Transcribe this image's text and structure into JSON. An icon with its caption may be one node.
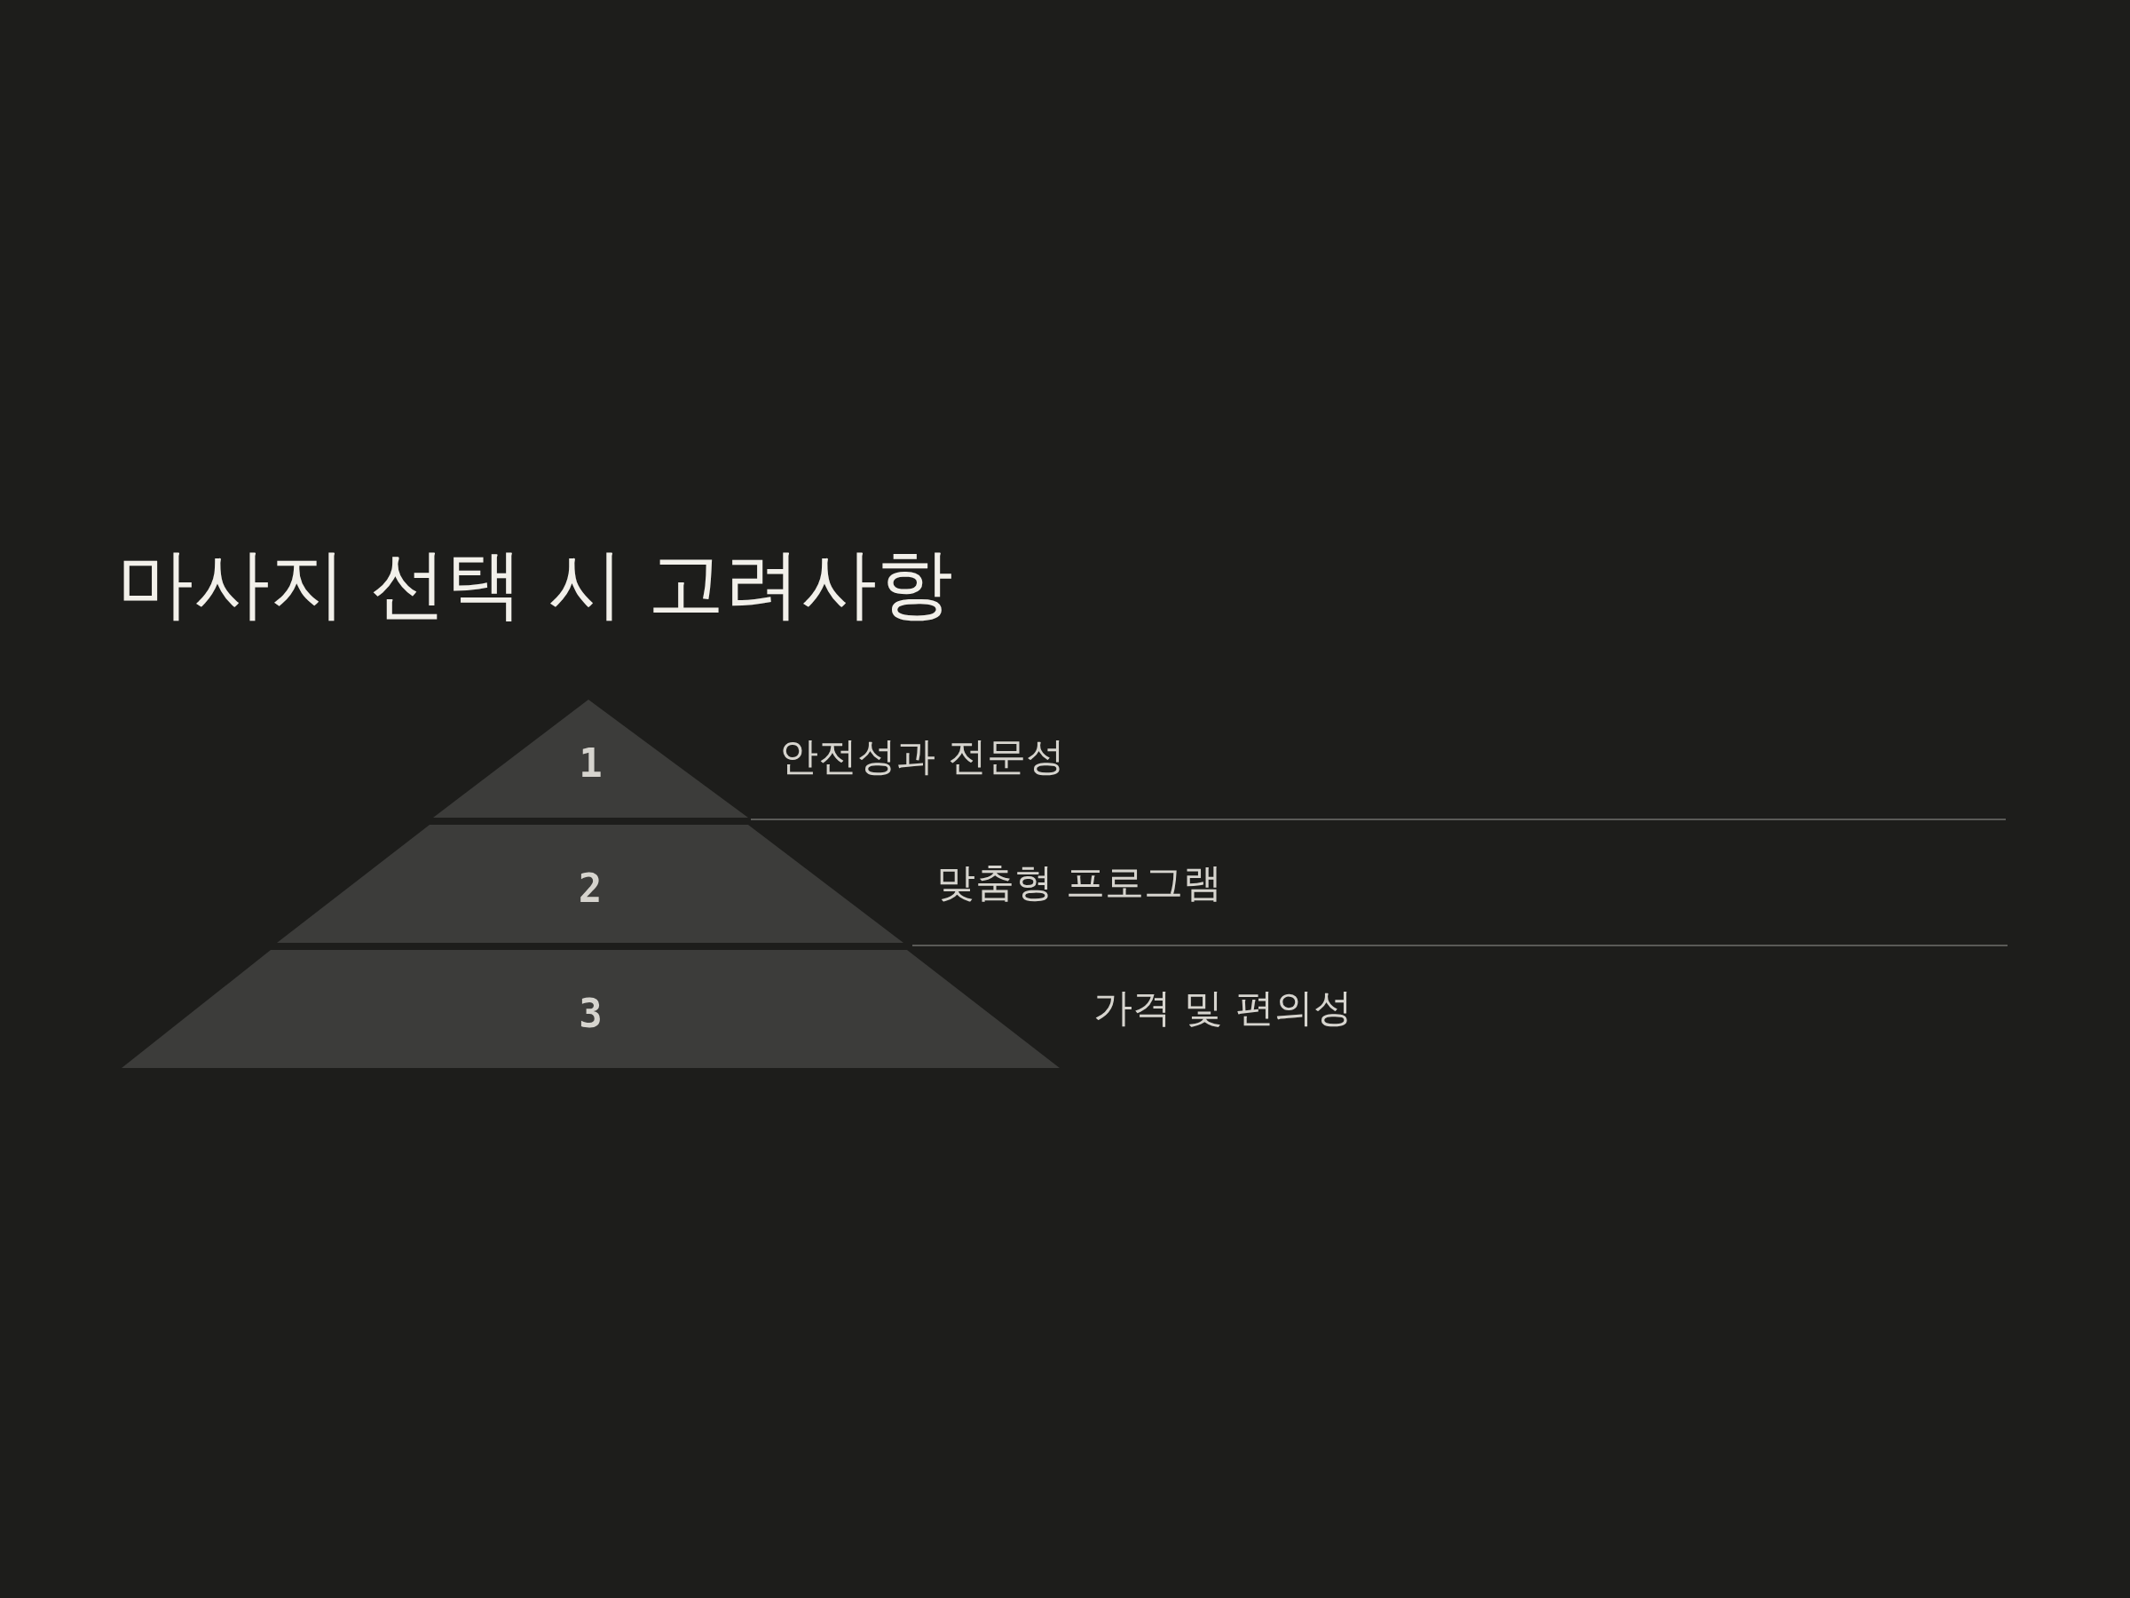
{
  "diagram": {
    "title": "마사지 선택 시 고려사항",
    "nodes": [
      {
        "text": [
          "1"
        ],
        "beside": [
          "안전성과 전문성"
        ]
      },
      {
        "text": [
          "2"
        ],
        "beside": [
          "맞춤형 프로그램"
        ]
      },
      {
        "text": [
          "3"
        ],
        "beside": [
          "가격 및 편의성"
        ]
      }
    ]
  }
}
